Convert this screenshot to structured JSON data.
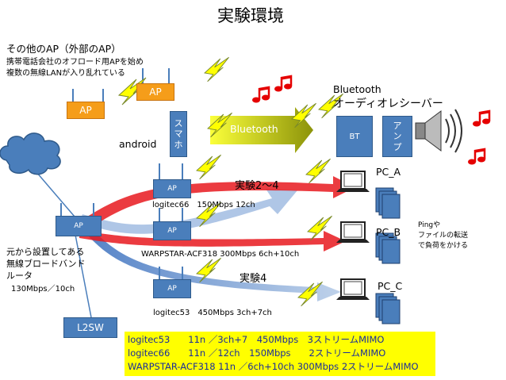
{
  "title": "実験環境",
  "external_ap": {
    "heading": "その他のAP（外部のAP）",
    "note1": "携帯電話会社のオフロード用APを始め",
    "note2": "複数の無線LANが入り乱れている",
    "ap_label": "AP"
  },
  "smartphone": {
    "chars": [
      "ス",
      "マ",
      "ホ"
    ],
    "os_label": "android"
  },
  "bluetooth_arrow_label": "Bluetooth",
  "receiver": {
    "title_line1": "Bluetooth",
    "title_line2": "オーディオレシーバー",
    "bt_label": "BT",
    "amp_chars": [
      "ア",
      "ン",
      "プ"
    ]
  },
  "aps": [
    {
      "label": "AP",
      "caption": "logitec66　150Mbps  12ch"
    },
    {
      "label": "AP",
      "caption": "WARPSTAR-ACF318  300Mbps 6ch+10ch"
    },
    {
      "label": "AP",
      "caption": "logitec53　450Mbps  3ch+7ch"
    }
  ],
  "router": {
    "label": "AP",
    "desc1": "元から設置してある",
    "desc2": "無線ブロードバンド",
    "desc3": "ルータ",
    "speed": "130Mbps／10ch"
  },
  "switch_label": "L2SW",
  "experiments": {
    "exp24": "実験2〜4",
    "exp4": "実験4"
  },
  "pcs": [
    "PC_A",
    "PC_B",
    "PC_C"
  ],
  "ping_note": [
    "Pingや",
    "ファイルの転送",
    "で負荷をかける"
  ],
  "legend": [
    "logitec53　　11n ／3ch+7　450Mbps　3ストリームMIMO",
    "logitec66　　11n ／12ch　150Mbps　　2ストリームMIMO",
    "WARPSTAR-ACF318  11n ／6ch+10ch 300Mbps 2ストリームMIMO"
  ],
  "colors": {
    "ap_blue": "#4a7ebb",
    "ap_orange": "#f59d1a",
    "bolt_yellow": "#ffff00",
    "arrow_red": "#e8191f",
    "arrow_blue": "#9bb8e0",
    "bluetooth_green": "#9aa20d",
    "note_red": "#e50000",
    "legend_bg": "#ffff00",
    "legend_text": "#1a2d9a"
  }
}
